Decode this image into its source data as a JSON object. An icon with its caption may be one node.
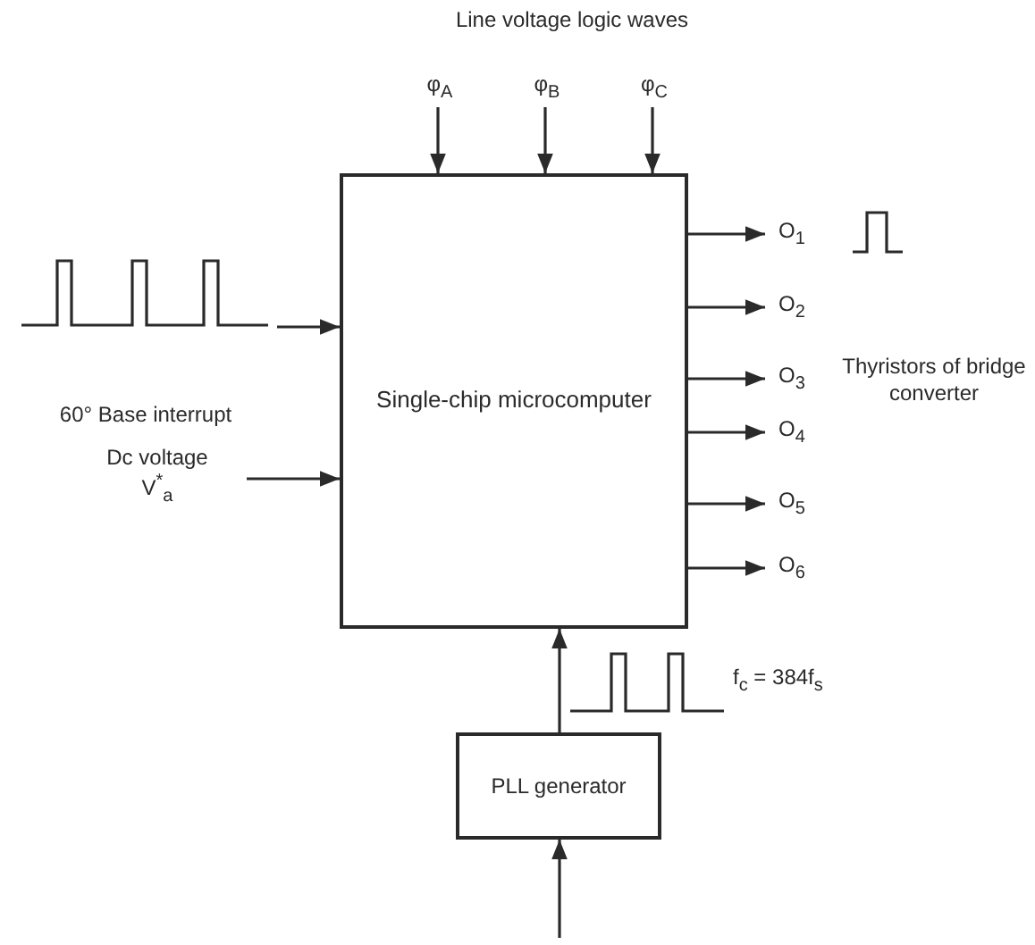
{
  "diagram": {
    "nodes": [
      {
        "text": [
          "Single-chip microcomputer"
        ]
      },
      {
        "text": [
          "φ$_{A}$"
        ]
      },
      {
        "text": [
          "φ$_{B}$"
        ]
      },
      {
        "text": [
          "φ$_{C}$"
        ]
      },
      {
        "text": [
          "60° Base interrupt"
        ]
      },
      {
        "text": [
          "Dc voltage",
          "V$^{*}$$_{a}$"
        ]
      },
      {
        "text": [
          "O$_{1}$"
        ]
      },
      {
        "text": [
          "O$_{2}$"
        ]
      },
      {
        "text": [
          "O$_{3}$"
        ]
      },
      {
        "text": [
          "O$_{4}$"
        ]
      },
      {
        "text": [
          "O$_{5}$"
        ]
      },
      {
        "text": [
          "O$_{6}$"
        ]
      },
      {
        "text": [
          "PLL generator"
        ]
      }
    ],
    "edges": [
      {
        "from": 1,
        "to": 0,
        "arrow": "to"
      },
      {
        "from": 2,
        "to": 0,
        "arrow": "to"
      },
      {
        "from": 3,
        "to": 0,
        "arrow": "to"
      },
      {
        "from": 4,
        "to": 0,
        "arrow": "to"
      },
      {
        "from": 5,
        "to": 0,
        "arrow": "to"
      },
      {
        "from": 0,
        "to": 6,
        "arrow": "to"
      },
      {
        "from": 0,
        "to": 7,
        "arrow": "to"
      },
      {
        "from": 0,
        "to": 8,
        "arrow": "to"
      },
      {
        "from": 0,
        "to": 9,
        "arrow": "to"
      },
      {
        "from": 0,
        "to": 10,
        "arrow": "to"
      },
      {
        "from": 0,
        "to": 11,
        "arrow": "to"
      },
      {
        "from": 12,
        "to": 0,
        "arrow": "to"
      },
      {
        "from": null,
        "to": 12,
        "arrow": "to"
      }
    ],
    "labels": [
      "Line voltage logic waves",
      "Thyristors of bridge converter",
      "f$_{c}$ = 384f$_{s}$"
    ]
  }
}
